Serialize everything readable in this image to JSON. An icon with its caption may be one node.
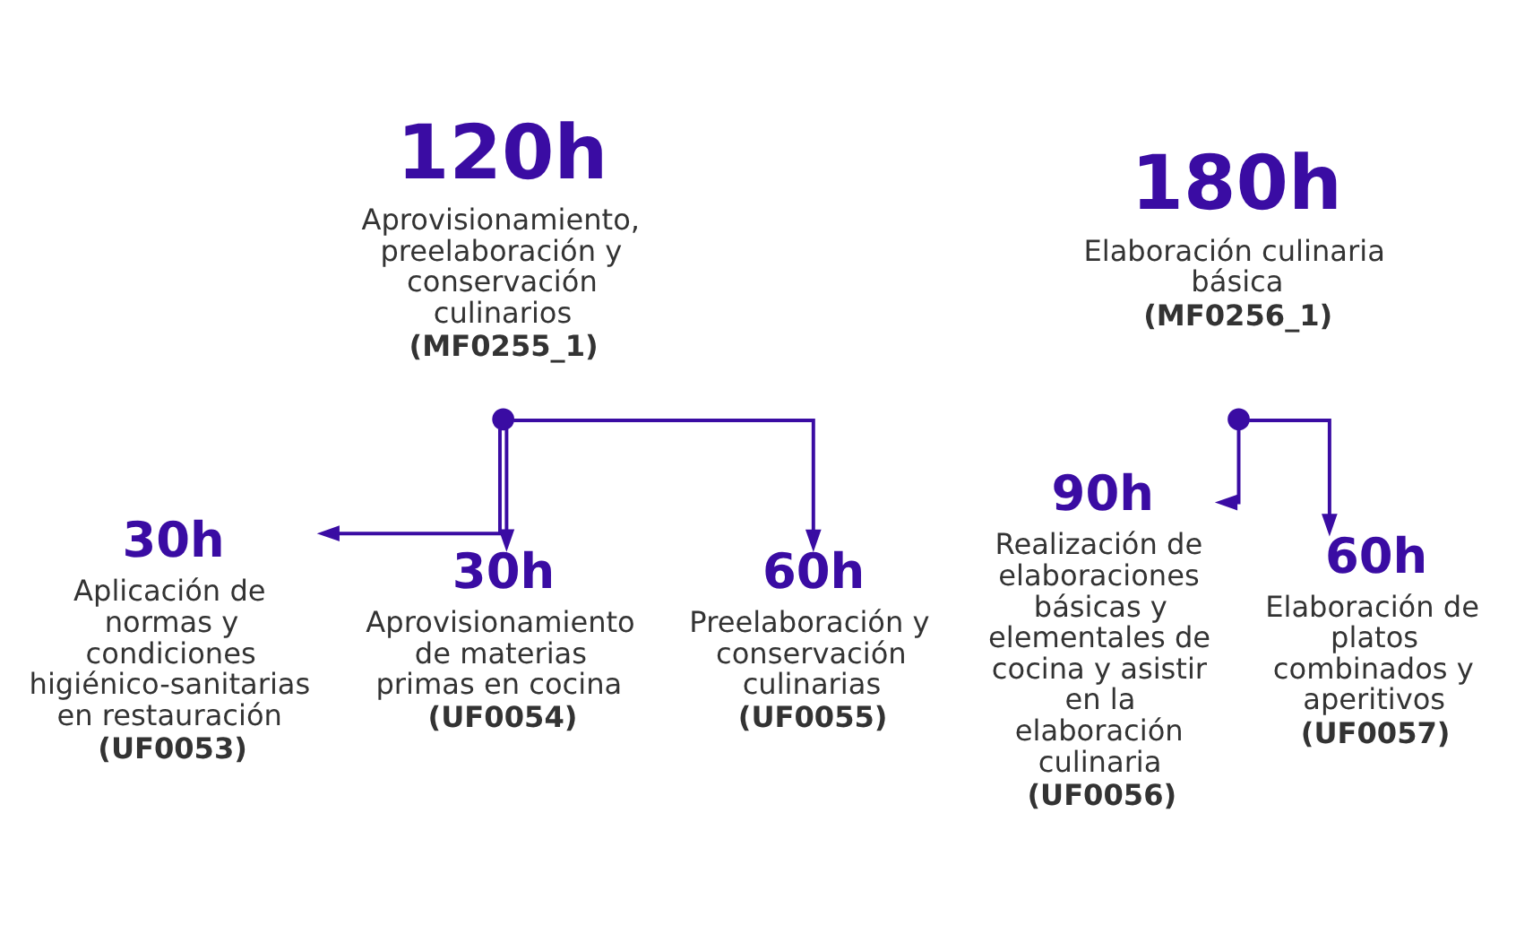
{
  "diagram": {
    "nodes": [
      {
        "text": [
          "120h",
          "Aprovisionamiento, preelaboración y conservación culinarios",
          "(MF0255_1)"
        ]
      },
      {
        "text": [],
        "shape": "circle"
      },
      {
        "text": [
          "180h",
          "Elaboración culinaria básica",
          "(MF0256_1)"
        ]
      },
      {
        "text": [],
        "shape": "circle"
      },
      {
        "text": [
          "30h",
          "Aplicación de normas y condiciones higiénico-sanitarias en restauración",
          "(UF0053)"
        ]
      },
      {
        "text": [
          "30h",
          "Aprovisionamiento de materias primas en cocina",
          "(UF0054)"
        ]
      },
      {
        "text": [
          "60h",
          "Preelaboración y conservación culinarias",
          "(UF0055)"
        ]
      },
      {
        "text": [
          "90h",
          "Realización de elaboraciones básicas y elementales de cocina y asistir en la elaboración culinaria",
          "(UF0056)"
        ]
      },
      {
        "text": [
          "60h",
          "Elaboración de platos combinados y aperitivos",
          "(UF0057)"
        ]
      }
    ],
    "edges": [
      {
        "from": 1,
        "to": 4,
        "arrow": "to"
      },
      {
        "from": 1,
        "to": 5,
        "arrow": "to"
      },
      {
        "from": 1,
        "to": 6,
        "arrow": "to"
      },
      {
        "from": 3,
        "to": 7,
        "arrow": "to"
      },
      {
        "from": 3,
        "to": 8,
        "arrow": "to"
      }
    ]
  }
}
